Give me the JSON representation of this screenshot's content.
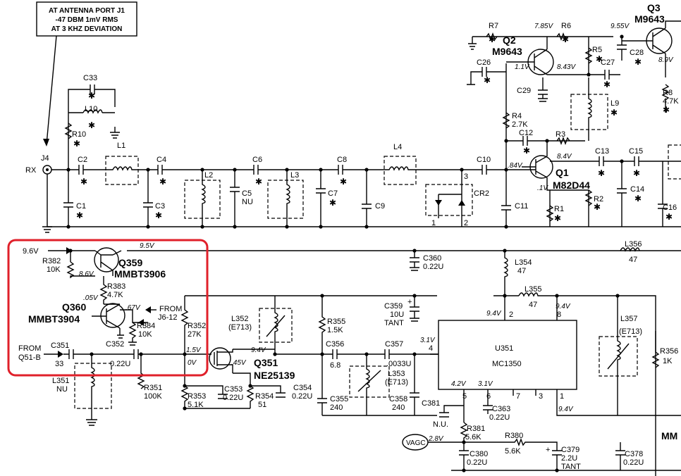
{
  "note": {
    "lines": [
      "AT ANTENNA PORT J1",
      "-47 DBM 1mV RMS",
      "AT 3 KHZ DEVIATION"
    ]
  },
  "connectors": {
    "j4": "J4",
    "rx": "RX",
    "vagc": "VAGC"
  },
  "labels": [
    {
      "id": "r7",
      "text": "R7"
    },
    {
      "id": "c26",
      "text": "C26"
    },
    {
      "id": "q2",
      "text": "Q2"
    },
    {
      "id": "q2p",
      "text": "M9643"
    },
    {
      "id": "v785",
      "text": "7.85V"
    },
    {
      "id": "r6",
      "text": "R6"
    },
    {
      "id": "v955",
      "text": "9.55V"
    },
    {
      "id": "q3",
      "text": "Q3"
    },
    {
      "id": "q3p",
      "text": "M9643"
    },
    {
      "id": "r5",
      "text": "R5"
    },
    {
      "id": "c28",
      "text": "C28"
    },
    {
      "id": "c27",
      "text": "C27"
    },
    {
      "id": "v843",
      "text": "8.43V"
    },
    {
      "id": "v11",
      "text": "1.1V"
    },
    {
      "id": "v89",
      "text": "8.9V"
    },
    {
      "id": "r8",
      "text": "R8"
    },
    {
      "id": "r8v",
      "text": "4.7K"
    },
    {
      "id": "c29",
      "text": "C29"
    },
    {
      "id": "l9",
      "text": "L9"
    },
    {
      "id": "r4",
      "text": "R4"
    },
    {
      "id": "r4v",
      "text": "2.7K"
    },
    {
      "id": "c12",
      "text": "C12"
    },
    {
      "id": "r3",
      "text": "R3"
    },
    {
      "id": "v84",
      "text": "8.4V"
    },
    {
      "id": "c33",
      "text": "C33"
    },
    {
      "id": "l10",
      "text": "L10"
    },
    {
      "id": "r10",
      "text": "R10"
    },
    {
      "id": "l1",
      "text": "L1"
    },
    {
      "id": "c2",
      "text": "C2"
    },
    {
      "id": "c4",
      "text": "C4"
    },
    {
      "id": "c6",
      "text": "C6"
    },
    {
      "id": "c8",
      "text": "C8"
    },
    {
      "id": "l4",
      "text": "L4"
    },
    {
      "id": "c10",
      "text": "C10"
    },
    {
      "id": "v84b",
      "text": ".84V"
    },
    {
      "id": "q1",
      "text": "Q1"
    },
    {
      "id": "q1p",
      "text": "M82D44"
    },
    {
      "id": "c13",
      "text": "C13"
    },
    {
      "id": "c15",
      "text": "C15"
    },
    {
      "id": "v1",
      "text": ".1V"
    },
    {
      "id": "l2",
      "text": "L2"
    },
    {
      "id": "l3",
      "text": "L3"
    },
    {
      "id": "c5",
      "text": "C5"
    },
    {
      "id": "c5v",
      "text": "NU"
    },
    {
      "id": "c7",
      "text": "C7"
    },
    {
      "id": "c9",
      "text": "C9"
    },
    {
      "id": "cr2",
      "text": "CR2"
    },
    {
      "id": "p3",
      "text": "3"
    },
    {
      "id": "p1",
      "text": "1"
    },
    {
      "id": "p2",
      "text": "2"
    },
    {
      "id": "c1",
      "text": "C1"
    },
    {
      "id": "c3",
      "text": "C3"
    },
    {
      "id": "c11",
      "text": "C11"
    },
    {
      "id": "r1",
      "text": "R1"
    },
    {
      "id": "r2",
      "text": "R2"
    },
    {
      "id": "c14",
      "text": "C14"
    },
    {
      "id": "c16",
      "text": "C16"
    },
    {
      "id": "v96",
      "text": "9.6V"
    },
    {
      "id": "v95",
      "text": "9.5V"
    },
    {
      "id": "r382",
      "text": "R382"
    },
    {
      "id": "r382v",
      "text": "10K"
    },
    {
      "id": "v86",
      "text": "8.6V"
    },
    {
      "id": "q359",
      "text": "Q359"
    },
    {
      "id": "q359p",
      "text": "MMBT3906"
    },
    {
      "id": "c360",
      "text": "C360"
    },
    {
      "id": "c360v",
      "text": "0.22U"
    },
    {
      "id": "l354",
      "text": "L354"
    },
    {
      "id": "l354v",
      "text": "47"
    },
    {
      "id": "l356",
      "text": "L356"
    },
    {
      "id": "l356v",
      "text": "47"
    },
    {
      "id": "r383",
      "text": "R383"
    },
    {
      "id": "r383v",
      "text": "4.7K"
    },
    {
      "id": "v05",
      "text": ".05V"
    },
    {
      "id": "q360",
      "text": "Q360"
    },
    {
      "id": "q360p",
      "text": "MMBT3904"
    },
    {
      "id": "v67",
      "text": ".67V"
    },
    {
      "id": "from1",
      "text": "FROM"
    },
    {
      "id": "j612",
      "text": "J6-12"
    },
    {
      "id": "r384",
      "text": "R384"
    },
    {
      "id": "r384v",
      "text": "10K"
    },
    {
      "id": "r352",
      "text": "R352"
    },
    {
      "id": "r352v",
      "text": "27K"
    },
    {
      "id": "l352",
      "text": "L352"
    },
    {
      "id": "l352v",
      "text": "(E713)"
    },
    {
      "id": "r355",
      "text": "R355"
    },
    {
      "id": "r355v",
      "text": "1.5K"
    },
    {
      "id": "c359",
      "text": "C359"
    },
    {
      "id": "c359v",
      "text": "10U"
    },
    {
      "id": "c359t",
      "text": "TANT"
    },
    {
      "id": "l355",
      "text": "L355"
    },
    {
      "id": "l355v",
      "text": "47"
    },
    {
      "id": "v94a",
      "text": "9.4V"
    },
    {
      "id": "pin2",
      "text": "2"
    },
    {
      "id": "v94b",
      "text": "9.4V"
    },
    {
      "id": "pin8",
      "text": "8"
    },
    {
      "id": "l357",
      "text": "L357"
    },
    {
      "id": "l357v",
      "text": "(E713)"
    },
    {
      "id": "r356",
      "text": "R356"
    },
    {
      "id": "r356v",
      "text": "1K"
    },
    {
      "id": "from2",
      "text": "FROM"
    },
    {
      "id": "q51b",
      "text": "Q51-B"
    },
    {
      "id": "c351",
      "text": "C351"
    },
    {
      "id": "c351v",
      "text": "33"
    },
    {
      "id": "c352",
      "text": "C352"
    },
    {
      "id": "c352v",
      "text": "0.22U"
    },
    {
      "id": "v15",
      "text": "1.5V"
    },
    {
      "id": "v0",
      "text": "0V"
    },
    {
      "id": "v94c",
      "text": "9.4V"
    },
    {
      "id": "v45",
      "text": ".45V"
    },
    {
      "id": "q351",
      "text": "Q351"
    },
    {
      "id": "q351p",
      "text": "NE25139"
    },
    {
      "id": "c356",
      "text": "C356"
    },
    {
      "id": "c356v",
      "text": "6.8"
    },
    {
      "id": "c357",
      "text": "C357"
    },
    {
      "id": "c357v",
      "text": ".0033U"
    },
    {
      "id": "v31a",
      "text": "3.1V"
    },
    {
      "id": "pin4",
      "text": "4"
    },
    {
      "id": "u351",
      "text": "U351"
    },
    {
      "id": "u351p",
      "text": "MC1350"
    },
    {
      "id": "l351",
      "text": "L351"
    },
    {
      "id": "l351v",
      "text": "NU"
    },
    {
      "id": "r351",
      "text": "R351"
    },
    {
      "id": "r351v",
      "text": "100K"
    },
    {
      "id": "l353",
      "text": "L353"
    },
    {
      "id": "l353v",
      "text": "(E713)"
    },
    {
      "id": "r353",
      "text": "R353"
    },
    {
      "id": "r353v",
      "text": "5.1K"
    },
    {
      "id": "c353",
      "text": "C353"
    },
    {
      "id": "c353v",
      "text": "0.22U"
    },
    {
      "id": "r354",
      "text": "R354"
    },
    {
      "id": "r354v",
      "text": "51"
    },
    {
      "id": "c354",
      "text": "C354"
    },
    {
      "id": "c354v",
      "text": "0.22U"
    },
    {
      "id": "c355",
      "text": "C355"
    },
    {
      "id": "c355v",
      "text": "240"
    },
    {
      "id": "c358",
      "text": "C358"
    },
    {
      "id": "c358v",
      "text": "240"
    },
    {
      "id": "v42",
      "text": "4.2V"
    },
    {
      "id": "v31b",
      "text": "3.1V"
    },
    {
      "id": "pin5",
      "text": "5"
    },
    {
      "id": "pin6",
      "text": "6"
    },
    {
      "id": "pin7",
      "text": "7"
    },
    {
      "id": "pin3",
      "text": "3"
    },
    {
      "id": "pin1",
      "text": "1"
    },
    {
      "id": "c381",
      "text": "C381"
    },
    {
      "id": "c381v",
      "text": "N.U."
    },
    {
      "id": "c363",
      "text": "C363"
    },
    {
      "id": "c363v",
      "text": "0.22U"
    },
    {
      "id": "v94d",
      "text": "9.4V"
    },
    {
      "id": "r381",
      "text": "R381"
    },
    {
      "id": "r381v",
      "text": "5.6K"
    },
    {
      "id": "v28",
      "text": "2.8V"
    },
    {
      "id": "r380",
      "text": "R380"
    },
    {
      "id": "r380v",
      "text": "5.6K"
    },
    {
      "id": "c380",
      "text": "C380"
    },
    {
      "id": "c380v",
      "text": "0.22U"
    },
    {
      "id": "c379",
      "text": "C379"
    },
    {
      "id": "c379v",
      "text": "2.2U"
    },
    {
      "id": "c379t",
      "text": "TANT"
    },
    {
      "id": "c378",
      "text": "C378"
    },
    {
      "id": "c378v",
      "text": "0.22U"
    },
    {
      "id": "mm",
      "text": "MM"
    },
    {
      "id": "plus1",
      "text": "+"
    },
    {
      "id": "plus2",
      "text": "+"
    }
  ],
  "highlight_color": "#e0202a"
}
